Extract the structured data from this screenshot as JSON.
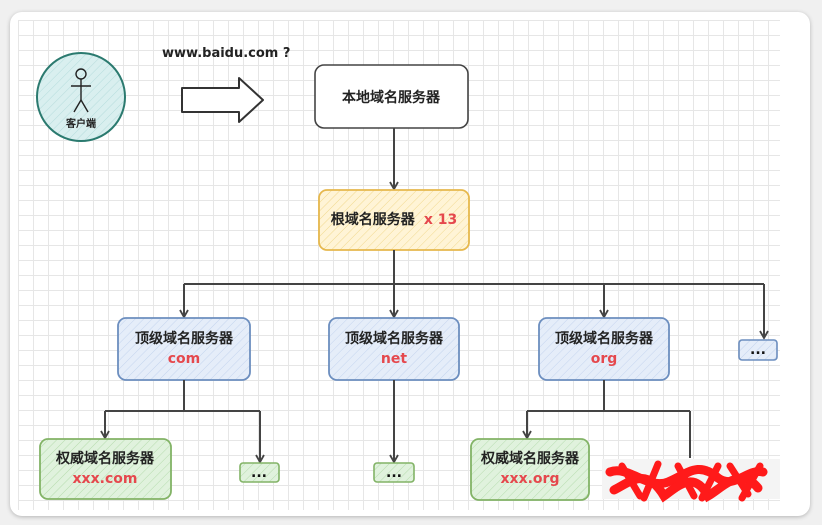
{
  "question": "www.baidu.com ?",
  "client": {
    "label": "客户端"
  },
  "local_dns": {
    "label": "本地域名服务器"
  },
  "root_dns": {
    "label": "根域名服务器",
    "count": "x 13"
  },
  "tld_servers": [
    {
      "label": "顶级域名服务器",
      "domain": "com"
    },
    {
      "label": "顶级域名服务器",
      "domain": "net"
    },
    {
      "label": "顶级域名服务器",
      "domain": "org"
    }
  ],
  "authoritative_servers": [
    {
      "label": "权威域名服务器",
      "domain": "xxx.com"
    },
    {
      "label": "权威域名服务器",
      "domain": "xxx.org"
    }
  ],
  "ellipsis": "...",
  "colors": {
    "root_fill": "#fff4d6",
    "root_stroke": "#e6b84d",
    "tld_fill": "#dfe8f7",
    "tld_stroke": "#6c8ebf",
    "auth_fill": "#d8efd5",
    "auth_stroke": "#82b366",
    "client_fill": "#d3ecec",
    "client_stroke": "#2b7a6f",
    "accent_red": "#e5484d",
    "scribble_red": "#ff1a1a"
  }
}
